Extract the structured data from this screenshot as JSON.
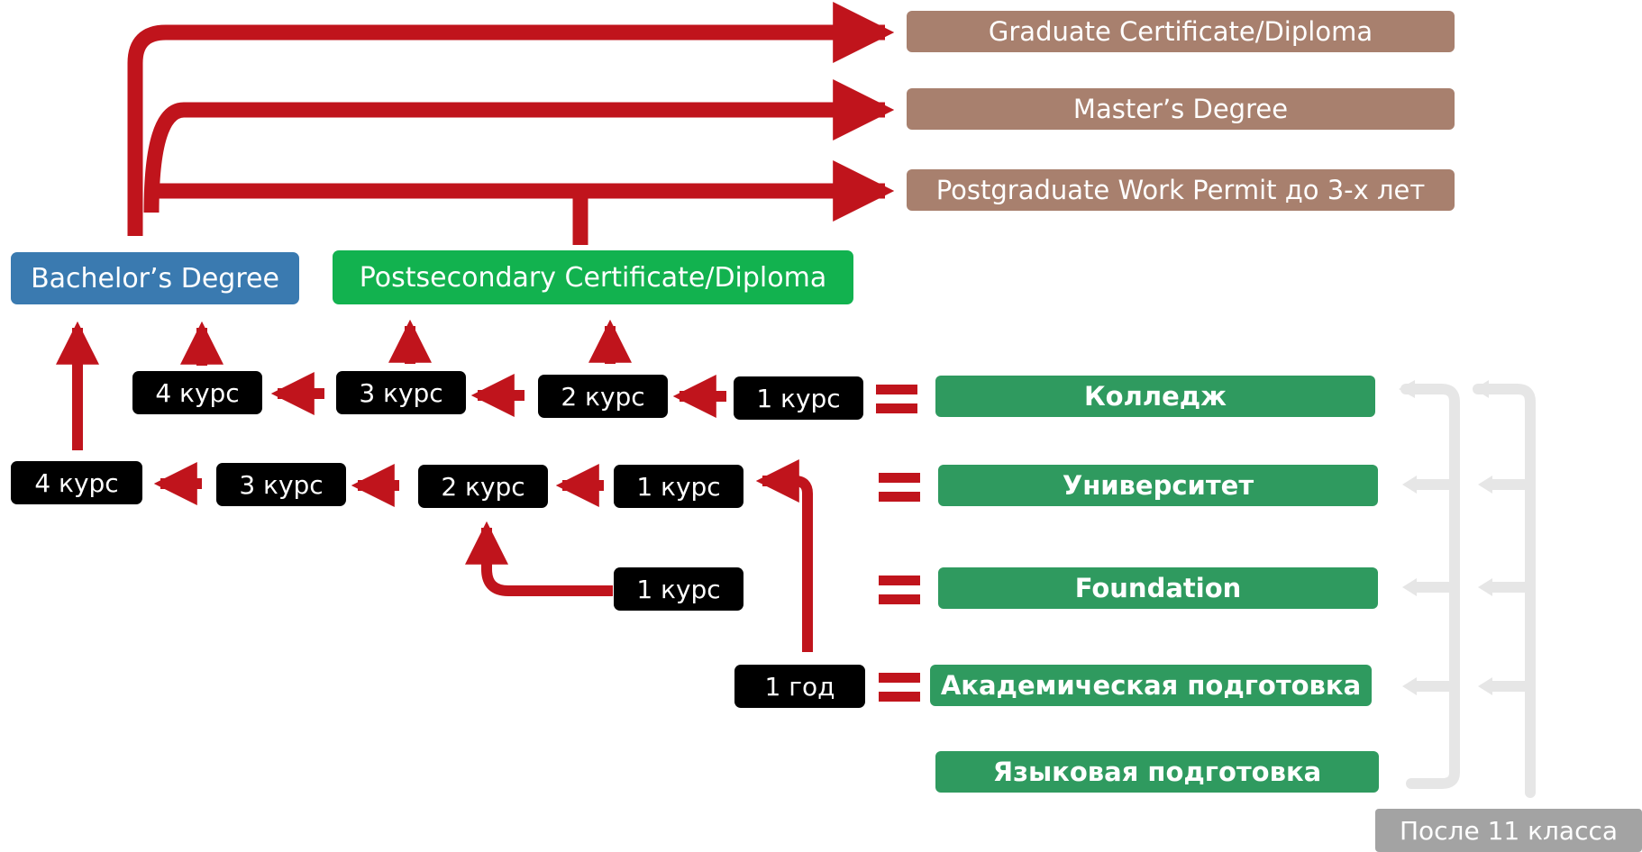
{
  "colors": {
    "arrow": "#c0141c",
    "postgrad_box": "#a8806e",
    "bachelor_box": "#3a7ab0",
    "postsecondary_box": "#12b24f",
    "institution_box": "#2f9a5f",
    "year_box": "#000000",
    "after11_box": "#a3a3a3",
    "bracket": "#e6e6e6"
  },
  "outcomes": {
    "graduate_certificate": "Graduate Certificate/Diploma",
    "masters": "Master’s Degree",
    "work_permit": "Postgraduate Work Permit до 3-х лет"
  },
  "degrees": {
    "bachelor": "Bachelor’s Degree",
    "postsecondary": "Postsecondary Certificate/Diploma"
  },
  "college_track": [
    "4 курс",
    "3 курс",
    "2 курс",
    "1 курс"
  ],
  "university_track": [
    "4 курс",
    "3 курс",
    "2 курс",
    "1 курс"
  ],
  "foundation_year": "1 курс",
  "academic_prep_year": "1 год",
  "institutions": {
    "college": "Колледж",
    "university": "Университет",
    "foundation": "Foundation",
    "academic_prep": "Академическая подготовка",
    "language_prep": "Языковая подготовка"
  },
  "after_grade_11": "После 11 класса"
}
